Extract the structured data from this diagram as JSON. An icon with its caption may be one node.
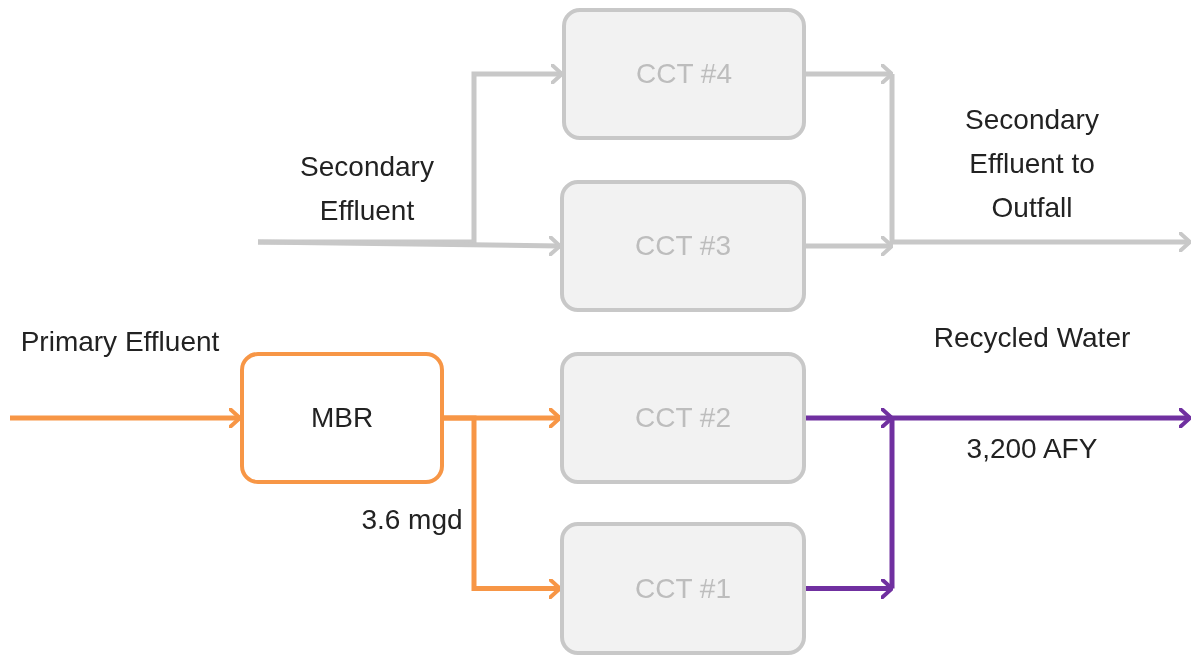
{
  "diagram": {
    "nodes": [
      {
        "text": [
          "CCT #4"
        ]
      },
      {
        "text": [
          "CCT #3"
        ]
      },
      {
        "text": [
          "MBR"
        ]
      },
      {
        "text": [
          "CCT #2"
        ]
      },
      {
        "text": [
          "CCT #1"
        ]
      }
    ],
    "edges": [
      {
        "from": null,
        "to": 0,
        "arrow": "to",
        "color": "#c8c8c8"
      },
      {
        "from": null,
        "to": 1,
        "arrow": "to",
        "color": "#c8c8c8"
      },
      {
        "from": 0,
        "to": null,
        "arrow": "to",
        "color": "#c8c8c8"
      },
      {
        "from": 1,
        "to": null,
        "arrow": "to",
        "color": "#c8c8c8"
      },
      {
        "from": null,
        "to": 2,
        "arrow": "to",
        "color": "#f79646"
      },
      {
        "from": 2,
        "to": 3,
        "arrow": "to",
        "color": "#f79646"
      },
      {
        "from": 2,
        "to": 4,
        "arrow": "to",
        "color": "#f79646"
      },
      {
        "from": 3,
        "to": null,
        "arrow": "to",
        "color": "#7030a0"
      },
      {
        "from": 4,
        "to": null,
        "arrow": "to",
        "color": "#7030a0"
      }
    ],
    "labels": [
      "Secondary Effluent",
      "Secondary Effluent to Outfall",
      "Primary Effluent",
      "Recycled Water",
      "3,200 AFY",
      "3.6 mgd"
    ]
  }
}
